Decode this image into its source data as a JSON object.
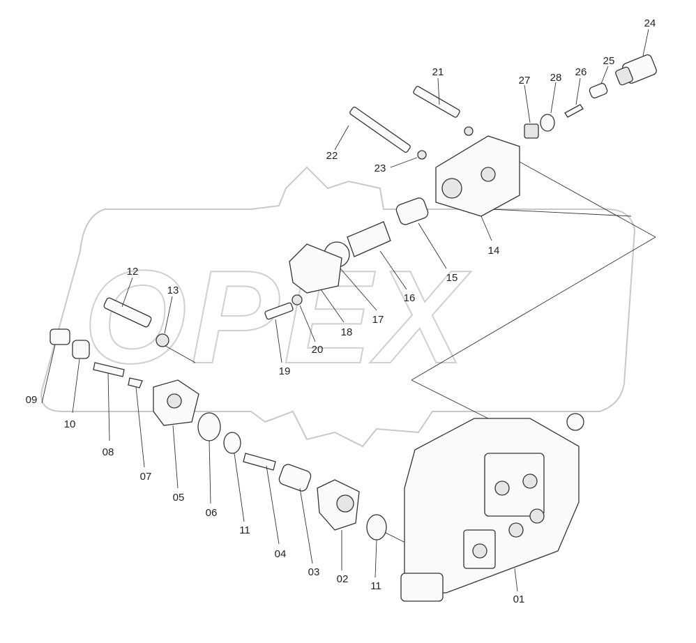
{
  "watermark": {
    "text": "OPEX"
  },
  "parts": [
    {
      "id": "p24",
      "label": "24"
    },
    {
      "id": "p21",
      "label": "21"
    },
    {
      "id": "p27",
      "label": "27"
    },
    {
      "id": "p28",
      "label": "28"
    },
    {
      "id": "p26",
      "label": "26"
    },
    {
      "id": "p25",
      "label": "25"
    },
    {
      "id": "p22",
      "label": "22"
    },
    {
      "id": "p23",
      "label": "23"
    },
    {
      "id": "p14",
      "label": "14"
    },
    {
      "id": "p15",
      "label": "15"
    },
    {
      "id": "p16",
      "label": "16"
    },
    {
      "id": "p17",
      "label": "17"
    },
    {
      "id": "p18",
      "label": "18"
    },
    {
      "id": "p12",
      "label": "12"
    },
    {
      "id": "p13",
      "label": "13"
    },
    {
      "id": "p20",
      "label": "20"
    },
    {
      "id": "p19",
      "label": "19"
    },
    {
      "id": "p09",
      "label": "09"
    },
    {
      "id": "p10",
      "label": "10"
    },
    {
      "id": "p08",
      "label": "08"
    },
    {
      "id": "p07",
      "label": "07"
    },
    {
      "id": "p05",
      "label": "05"
    },
    {
      "id": "p06",
      "label": "06"
    },
    {
      "id": "p11a",
      "label": "11"
    },
    {
      "id": "p04",
      "label": "04"
    },
    {
      "id": "p03",
      "label": "03"
    },
    {
      "id": "p02",
      "label": "02"
    },
    {
      "id": "p11b",
      "label": "11"
    },
    {
      "id": "p01",
      "label": "01"
    }
  ]
}
